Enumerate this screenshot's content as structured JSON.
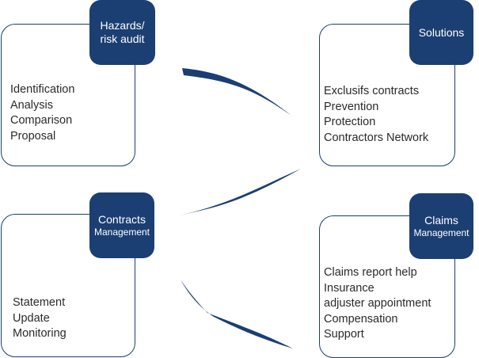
{
  "colors": {
    "accent": "#1b3f73",
    "text": "#2a2a2a",
    "card_border": "#1b3f73"
  },
  "boxes": {
    "hazards": {
      "tag_line1": "Hazards/",
      "tag_line2": "risk audit",
      "items": [
        "Identification",
        "Analysis",
        "Comparison",
        "Proposal"
      ]
    },
    "solutions": {
      "tag_line1": "Solutions",
      "items": [
        "Exclusifs contracts",
        "Prevention",
        "Protection",
        "Contractors Network"
      ]
    },
    "contracts": {
      "tag_line1": "Contracts",
      "tag_line2": "Management",
      "items": [
        "Statement",
        "Update",
        "Monitoring"
      ]
    },
    "claims": {
      "tag_line1": "Claims",
      "tag_line2": "Management",
      "items": [
        "Claims report help",
        "Insurance",
        "adjuster appointment",
        "Compensation",
        "Support"
      ]
    }
  }
}
